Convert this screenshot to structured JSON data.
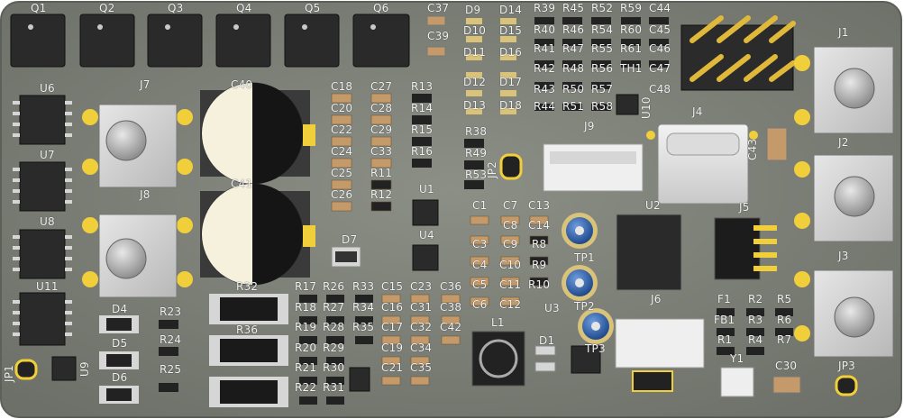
{
  "board": {
    "pcb_color": "#7f8279",
    "silkscreen_color": "#f2f2f2",
    "pad_color": "#d9c27a",
    "gold_color": "#f0cf3a",
    "ic_color": "#222222",
    "tp_color": "#2f5fa8"
  },
  "refs": {
    "Q1": "Q1",
    "Q2": "Q2",
    "Q3": "Q3",
    "Q4": "Q4",
    "Q5": "Q5",
    "Q6": "Q6",
    "C37": "C37",
    "C39": "C39",
    "D9": "D9",
    "D10": "D10",
    "D11": "D11",
    "D12": "D12",
    "D13": "D13",
    "D14": "D14",
    "D15": "D15",
    "D16": "D16",
    "D17": "D17",
    "D18": "D18",
    "R39": "R39",
    "R40": "R40",
    "R41": "R41",
    "R42": "R42",
    "R43": "R43",
    "R44": "R44",
    "R45": "R45",
    "R46": "R46",
    "R47": "R47",
    "R48": "R48",
    "R50": "R50",
    "R51": "R51",
    "R52": "R52",
    "R54": "R54",
    "R55": "R55",
    "R56": "R56",
    "R57": "R57",
    "R58": "R58",
    "R59": "R59",
    "R60": "R60",
    "R61": "R61",
    "TH1": "TH1",
    "C44": "C44",
    "C45": "C45",
    "C46": "C46",
    "C47": "C47",
    "C48": "C48",
    "J1": "J1",
    "J2": "J2",
    "J3": "J3",
    "J4": "J4",
    "J5": "J5",
    "J6": "J6",
    "J7": "J7",
    "J8": "J8",
    "J9": "J9",
    "U1": "U1",
    "U2": "U2",
    "U3": "U3",
    "U4": "U4",
    "U6": "U6",
    "U7": "U7",
    "U8": "U8",
    "U9": "U9",
    "U10": "U10",
    "U11": "U11",
    "C40": "C40",
    "C41": "C41",
    "C43": "C43",
    "C18": "C18",
    "C20": "C20",
    "C22": "C22",
    "C24": "C24",
    "C25": "C25",
    "C26": "C26",
    "C27": "C27",
    "C28": "C28",
    "C29": "C29",
    "C33": "C33",
    "R11": "R11",
    "R12": "R12",
    "R13": "R13",
    "R14": "R14",
    "R15": "R15",
    "R16": "R16",
    "R38": "R38",
    "R49": "R49",
    "R53": "R53",
    "JP2": "JP2",
    "C1": "C1",
    "C3": "C3",
    "C4": "C4",
    "C5": "C5",
    "C6": "C6",
    "C7": "C7",
    "C8": "C8",
    "C9": "C9",
    "C10": "C10",
    "C11": "C11",
    "C12": "C12",
    "C13": "C13",
    "C14": "C14",
    "R8": "R8",
    "R9": "R9",
    "R10": "R10",
    "D7": "D7",
    "TP1": "TP1",
    "TP2": "TP2",
    "TP3": "TP3",
    "R32": "R32",
    "R36": "R36",
    "R17": "R17",
    "R18": "R18",
    "R19": "R19",
    "R20": "R20",
    "R21": "R21",
    "R22": "R22",
    "R26": "R26",
    "R27": "R27",
    "R28": "R28",
    "R29": "R29",
    "R30": "R30",
    "R31": "R31",
    "R33": "R33",
    "R34": "R34",
    "R35": "R35",
    "C15": "C15",
    "C16": "C16",
    "C17": "C17",
    "C19": "C19",
    "C21": "C21",
    "C23": "C23",
    "C31": "C31",
    "C32": "C32",
    "C34": "C34",
    "C35": "C35",
    "C36": "C36",
    "C38": "C38",
    "C42": "C42",
    "L1": "L1",
    "D1": "D1",
    "D4": "D4",
    "D5": "D5",
    "D6": "D6",
    "R23": "R23",
    "R24": "R24",
    "R25": "R25",
    "JP1": "JP1",
    "JP3": "JP3",
    "F1": "F1",
    "FB1": "FB1",
    "R1": "R1",
    "R2": "R2",
    "R3": "R3",
    "R4": "R4",
    "R5": "R5",
    "R6": "R6",
    "R7": "R7",
    "Y1": "Y1",
    "C30": "C30"
  }
}
